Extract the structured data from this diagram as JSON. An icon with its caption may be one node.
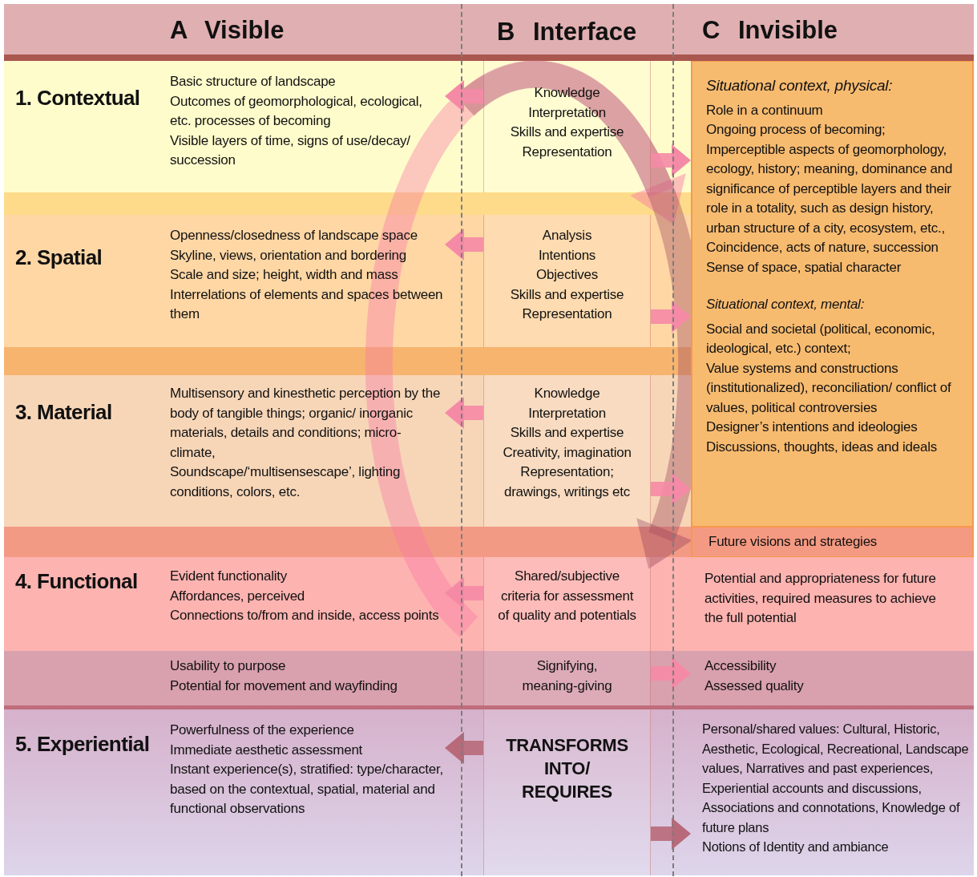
{
  "diagram": {
    "nodes": [
      {
        "text": [
          "Basic structure of landscape",
          "Outcomes of geomorphological, ecological, etc. processes of becoming",
          "Visible layers of time, signs of use/decay/ succession"
        ]
      },
      {
        "text": [
          "Knowledge",
          "Interpretation",
          "Skills and expertise",
          "Representation"
        ]
      },
      {
        "text": [
          "Situational context, physical:",
          "Role in a continuum",
          "Ongoing process of becoming;",
          "Imperceptible aspects of geomorphology, ecology, history; meaning, dominance and significance of perceptible layers and their role in a totality, such as design history, urban structure of a city, ecosystem, etc.,",
          "Coincidence, acts of nature, succession",
          "Sense of space, spatial character",
          "Situational context, mental:",
          "Social and societal (political, economic, ideological, etc.) context;",
          "Value systems and constructions (institutionalized), reconciliation/ conflict of values, political controversies",
          "Designer’s intentions and ideologies",
          "Discussions, thoughts, ideas and ideals"
        ]
      },
      {
        "text": [
          "Openness/closedness of landscape space",
          "Skyline, views, orientation and bordering",
          "Scale and size; height, width and mass",
          "Interrelations of elements and spaces between them"
        ]
      },
      {
        "text": [
          "Analysis",
          "Intentions",
          "Objectives",
          "Skills and expertise",
          "Representation"
        ]
      },
      {
        "text": [
          "Multisensory and kinesthetic perception by the body of tangible things; organic/ inorganic materials, details and conditions; micro-climate,",
          "Soundscape/‘multisensescape’, lighting conditions, colors, etc."
        ]
      },
      {
        "text": [
          "Knowledge",
          "Interpretation",
          "Skills and expertise",
          "Creativity, imagination",
          "Representation;",
          "drawings, writings etc"
        ]
      },
      {
        "text": [
          "Future visions and strategies"
        ]
      },
      {
        "text": [
          "Evident functionality",
          "Affordances, perceived",
          "Connections to/from and inside, access points"
        ]
      },
      {
        "text": [
          "Shared/subjective criteria for assessment of quality and potentials"
        ]
      },
      {
        "text": [
          "Potential and appropriateness for future activities, required measures to achieve the full potential"
        ]
      },
      {
        "text": [
          "Usability to purpose",
          "Potential for movement and wayfinding"
        ]
      },
      {
        "text": [
          "Signifying, meaning-giving"
        ]
      },
      {
        "text": [
          "Accessibility",
          "Assessed quality"
        ]
      },
      {
        "text": [
          "Powerfulness of the experience",
          "Immediate aesthetic assessment",
          "Instant experience(s), stratified: type/character, based on the contextual, spatial, material and functional observations"
        ]
      },
      {
        "text": [
          "TRANSFORMS INTO/ REQUIRES"
        ]
      },
      {
        "text": [
          "Personal/shared values: Cultural, Historic, Aesthetic, Ecological, Recreational, Landscape values, Narratives and past experiences, Experiential accounts and discussions, Associations and connotations, Knowledge of future plans",
          "Notions of Identity and ambiance"
        ]
      }
    ],
    "edges": [
      {
        "from": 1,
        "to": 0,
        "arrow": "to"
      },
      {
        "from": 1,
        "to": 2,
        "arrow": "to"
      },
      {
        "from": 4,
        "to": 3,
        "arrow": "to"
      },
      {
        "from": 4,
        "to": 2,
        "arrow": "to"
      },
      {
        "from": 6,
        "to": 5,
        "arrow": "to"
      },
      {
        "from": 6,
        "to": 2,
        "arrow": "to"
      },
      {
        "from": 9,
        "to": 8,
        "arrow": "to"
      },
      {
        "from": 12,
        "to": 13,
        "arrow": "to"
      },
      {
        "from": 15,
        "to": 14,
        "arrow": "to",
        "color": "#b86a7a"
      },
      {
        "from": 15,
        "to": 16,
        "arrow": "to",
        "color": "#b86a7a"
      }
    ],
    "labels": [
      "A",
      "Visible",
      "B",
      "Interface",
      "C",
      "Invisible",
      "1. Contextual",
      "2. Spatial",
      "3. Material",
      "4. Functional",
      "5. Experiential"
    ]
  }
}
